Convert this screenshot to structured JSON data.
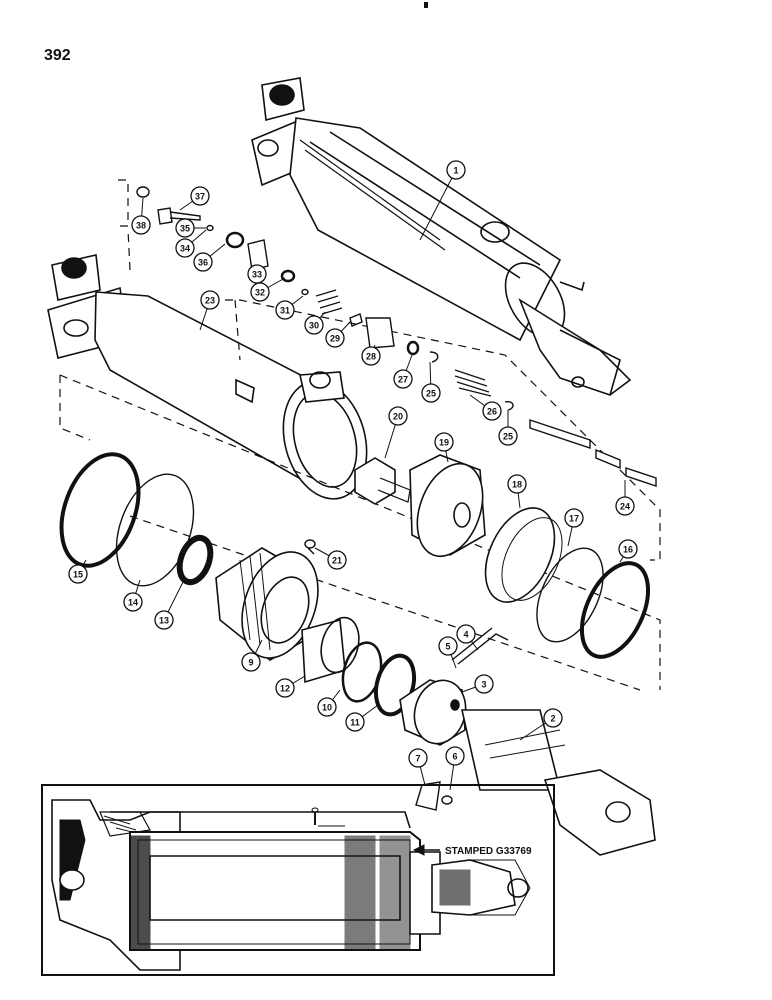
{
  "page_number": "392",
  "callouts": [
    "1",
    "2",
    "3",
    "4",
    "5",
    "6",
    "7",
    "9",
    "10",
    "11",
    "12",
    "13",
    "14",
    "15",
    "16",
    "17",
    "18",
    "19",
    "20",
    "21",
    "23",
    "24",
    "25",
    "25",
    "26",
    "27",
    "28",
    "29",
    "30",
    "31",
    "32",
    "33",
    "34",
    "35",
    "36",
    "37",
    "38"
  ],
  "section_label": "STAMPED G33769",
  "ink_color": "#111111"
}
